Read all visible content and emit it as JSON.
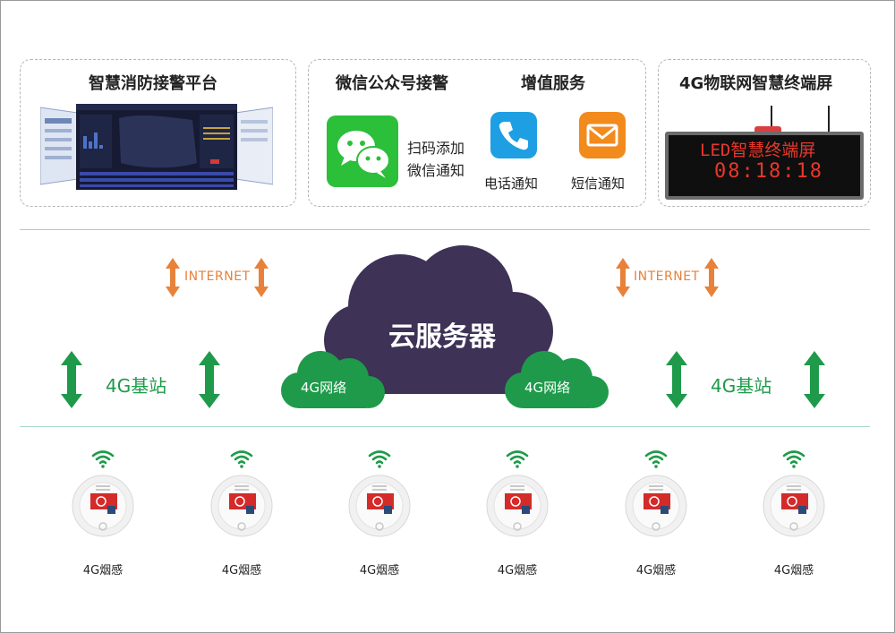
{
  "panels": {
    "platform": {
      "title": "智慧消防接警平台"
    },
    "wechat": {
      "title": "微信公众号接警",
      "line1": "扫码添加",
      "line2": "微信通知"
    },
    "value_added": {
      "title": "增值服务",
      "phone": "电话通知",
      "sms": "短信通知"
    },
    "led": {
      "title": "4G物联网智慧终端屏",
      "screen_line1": "LED智慧终端屏",
      "screen_line2": "08:18:18"
    }
  },
  "network": {
    "internet_left": "INTERNET",
    "internet_right": "INTERNET",
    "cloud": "云服务器",
    "net_left": "4G网络",
    "net_right": "4G网络",
    "station_left": "4G基站",
    "station_right": "4G基站"
  },
  "sensors": [
    {
      "label": "4G烟感"
    },
    {
      "label": "4G烟感"
    },
    {
      "label": "4G烟感"
    },
    {
      "label": "4G烟感"
    },
    {
      "label": "4G烟感"
    },
    {
      "label": "4G烟感"
    }
  ],
  "colors": {
    "orange": "#e8823a",
    "green": "#1e9a4a",
    "cloud_dark": "#3e3256",
    "wechat_green": "#2bbf3a",
    "phone_blue": "#1e9fe3",
    "sms_orange": "#f28a1c"
  }
}
